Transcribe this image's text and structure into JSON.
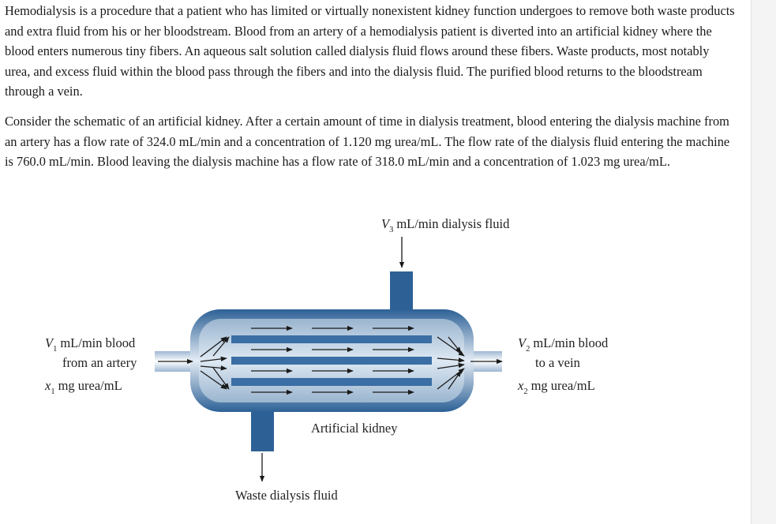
{
  "paragraphs": [
    "Hemodialysis is a procedure that a patient who has limited or virtually nonexistent kidney function undergoes to remove both waste products and extra fluid from his or her bloodstream. Blood from an artery of a hemodialysis patient is diverted into an artificial kidney where the blood enters numerous tiny fibers. An aqueous salt solution called dialysis fluid flows around these fibers. Waste products, most notably urea, and excess fluid within the blood pass through the fibers and into the dialysis fluid. The purified blood returns to the bloodstream through a vein.",
    "Consider the schematic of an artificial kidney. After a certain amount of time in dialysis treatment, blood entering the dialysis machine from an artery has a flow rate of 324.0 mL/min and a concentration of 1.120 mg urea/mL. The flow rate of the dialysis fluid entering the machine is 760.0 mL/min. Blood leaving the dialysis machine has a flow rate of 318.0 mL/min and a concentration of 1.023 mg urea/mL."
  ],
  "diagram": {
    "v3_var": "V",
    "v3_sub": "3",
    "v3_label": "mL/min dialysis fluid",
    "v1_var": "V",
    "v1_sub": "1",
    "v1_label": "mL/min blood",
    "v1_from": "from an artery",
    "x1_var": "x",
    "x1_sub": "1",
    "x1_label": "mg urea/mL",
    "v2_var": "V",
    "v2_sub": "2",
    "v2_label": "mL/min blood",
    "v2_to": "to a vein",
    "x2_var": "x",
    "x2_sub": "2",
    "x2_label": "mg urea/mL",
    "device_label": "Artificial kidney",
    "waste_label": "Waste dialysis fluid"
  },
  "colors": {
    "body_dark": "#2d6196",
    "body_light": "#e4ecf5",
    "fiber": "#3b6ea4",
    "arrow": "#1a1a1a"
  }
}
